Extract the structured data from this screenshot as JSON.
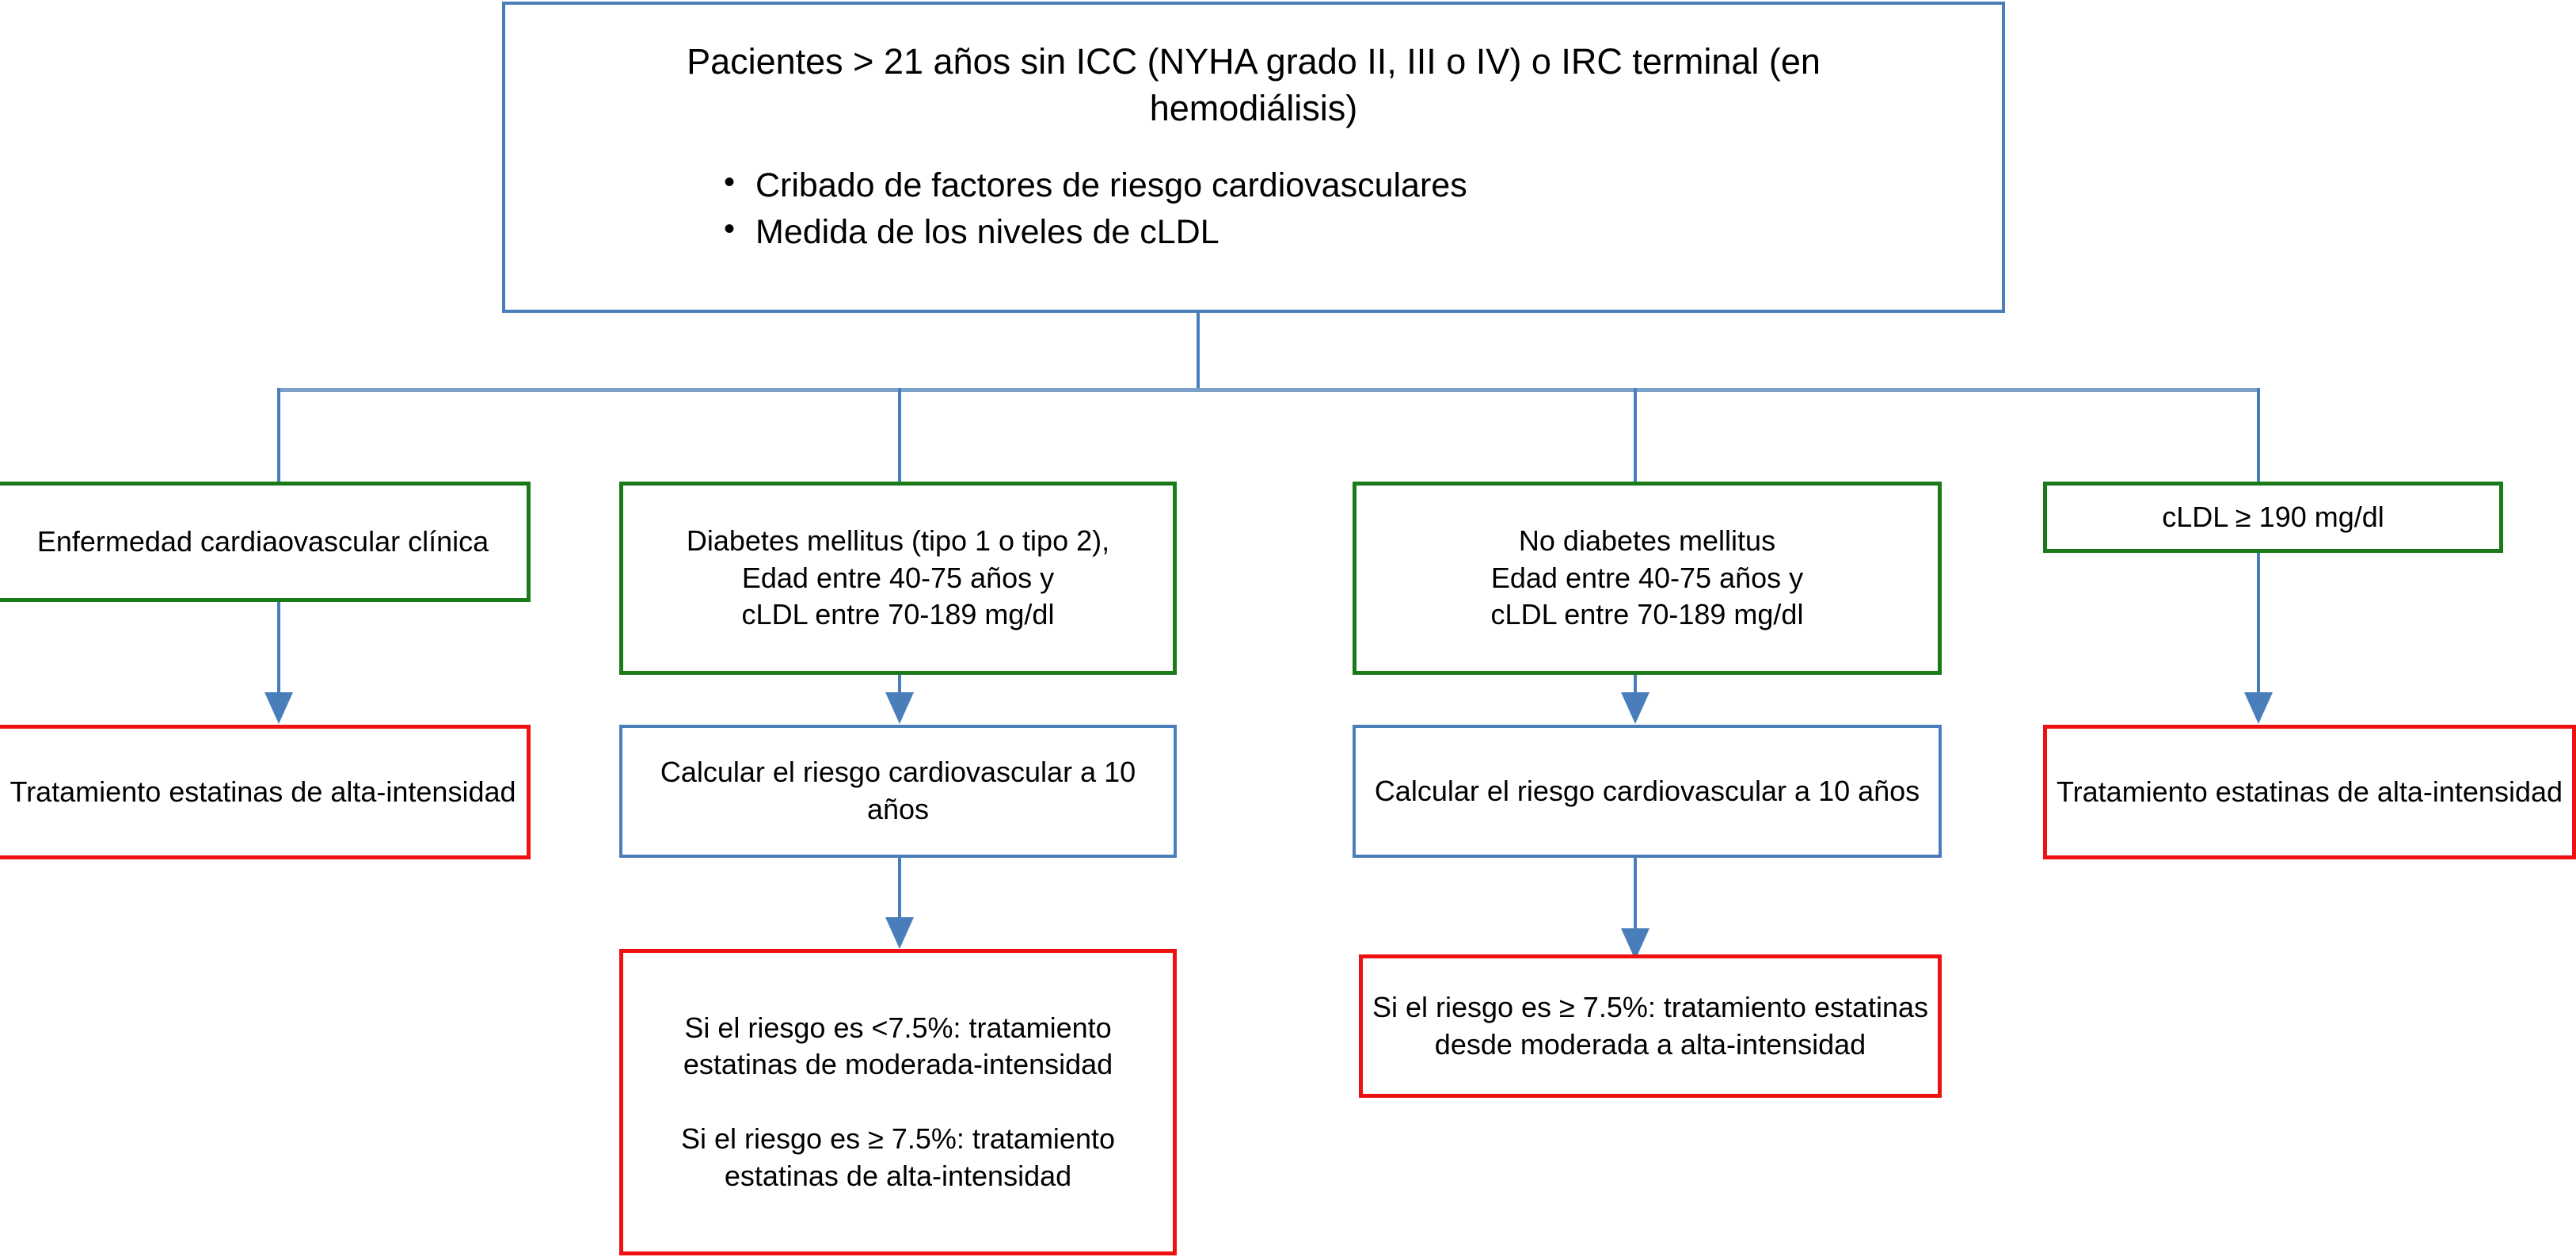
{
  "diagram": {
    "title_text": "Pacientes > 21 años sin ICC (NYHA grado II, III o IV) o IRC terminal (en hemodiálisis)",
    "root": {
      "title": "Pacientes > 21 años sin ICC (NYHA grado II, III o IV) o IRC terminal (en hemodiálisis)",
      "bullets": [
        "Cribado de factores de riesgo cardiovasculares",
        "Medida de los niveles de cLDL"
      ]
    },
    "branches": [
      {
        "criteria": "Enfermedad cardiaovascular clínica",
        "step": null,
        "outcome": "Tratamiento estatinas de alta-intensidad"
      },
      {
        "criteria": "Diabetes mellitus (tipo 1 o tipo 2), Edad entre 40-75 años y cLDL entre 70-189 mg/dl",
        "criteria_lines": [
          "Diabetes mellitus (tipo 1 o tipo 2),",
          "Edad entre 40-75 años y",
          "cLDL entre 70-189 mg/dl"
        ],
        "step": "Calcular el riesgo cardiovascular a 10 años",
        "outcome_lines": [
          "Si el riesgo es <7.5%: tratamiento estatinas de moderada-intensidad",
          "",
          "Si el riesgo es ≥ 7.5%: tratamiento estatinas de alta-intensidad"
        ]
      },
      {
        "criteria": "No diabetes mellitus Edad entre 40-75 años y cLDL entre 70-189 mg/dl",
        "criteria_lines": [
          "No diabetes mellitus",
          "Edad entre 40-75 años y",
          "cLDL entre 70-189 mg/dl"
        ],
        "step": "Calcular el riesgo cardiovascular a 10 años",
        "outcome": "Si el riesgo es ≥ 7.5%: tratamiento estatinas desde moderada a alta-intensidad"
      },
      {
        "criteria": "cLDL ≥ 190 mg/dl",
        "step": null,
        "outcome": "Tratamiento estatinas de alta-intensidad"
      }
    ],
    "colors": {
      "blue_border": "#4a7ebb",
      "green_border": "#1a7a1a",
      "red_border": "#ee1111",
      "connector": "#4a7ebb",
      "text": "#000000",
      "background": "#ffffff"
    }
  }
}
